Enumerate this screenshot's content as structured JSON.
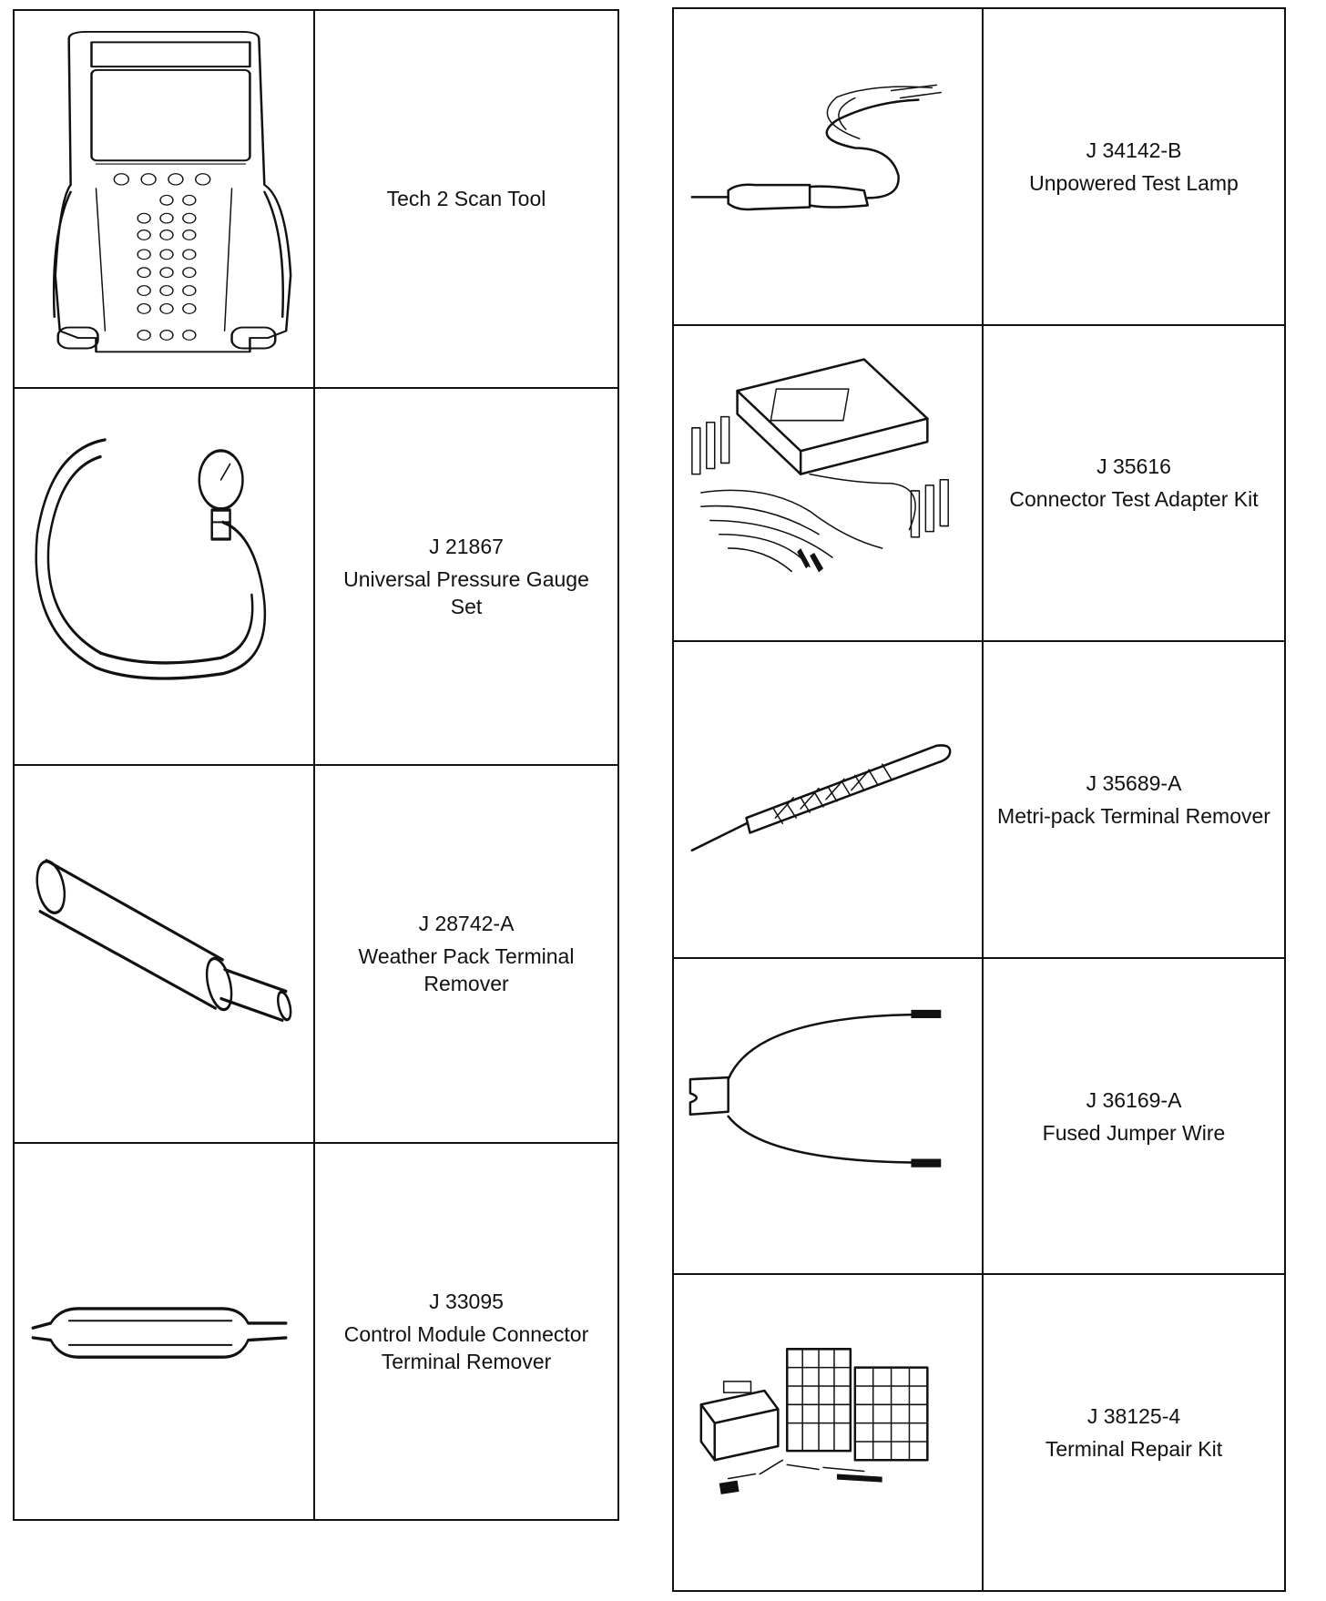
{
  "left_tools": [
    {
      "number": "",
      "name": "Tech 2 Scan Tool",
      "icon": "scan-tool-icon"
    },
    {
      "number": "J 21867",
      "name": "Universal Pressure Gauge Set",
      "icon": "pressure-gauge-icon"
    },
    {
      "number": "J 28742-A",
      "name": "Weather Pack Terminal Remover",
      "icon": "weather-pack-remover-icon"
    },
    {
      "number": "J 33095",
      "name": "Control Module Connector Terminal Remover",
      "icon": "control-module-remover-icon"
    }
  ],
  "right_tools": [
    {
      "number": "J 34142-B",
      "name": "Unpowered Test Lamp",
      "icon": "test-lamp-icon"
    },
    {
      "number": "J 35616",
      "name": "Connector Test Adapter Kit",
      "icon": "adapter-kit-icon"
    },
    {
      "number": "J 35689-A",
      "name": "Metri-pack Terminal Remover",
      "icon": "metri-pack-remover-icon"
    },
    {
      "number": "J 36169-A",
      "name": "Fused Jumper Wire",
      "icon": "jumper-wire-icon"
    },
    {
      "number": "J 38125-4",
      "name": "Terminal Repair Kit",
      "icon": "repair-kit-icon"
    }
  ]
}
